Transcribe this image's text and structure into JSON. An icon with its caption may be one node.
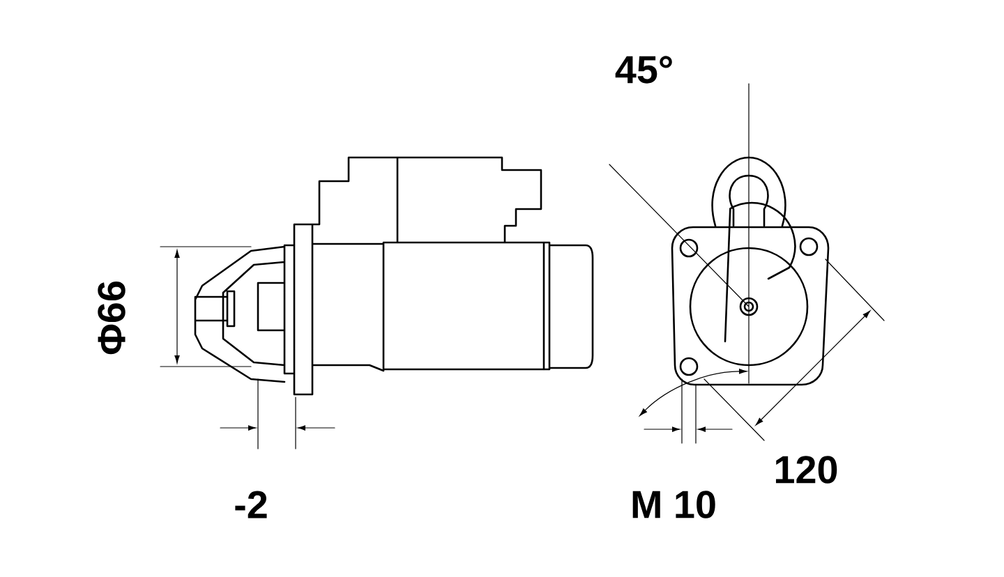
{
  "diagram": {
    "labels": [
      "45°",
      "Φ66",
      "120",
      "-2",
      "M 10"
    ]
  }
}
